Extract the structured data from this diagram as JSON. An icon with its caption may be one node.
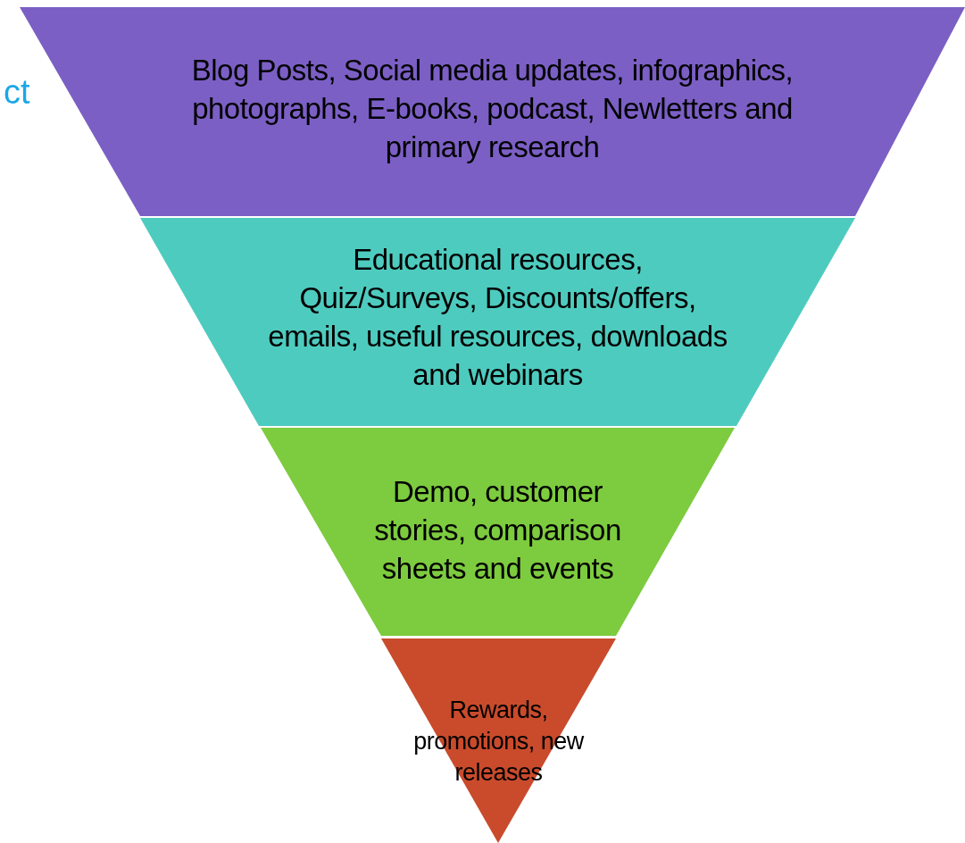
{
  "diagram": {
    "nodes": [
      {
        "text": [
          "Blog Posts, Social media updates, infographics, photographs, E-books, podcast, Newletters and primary research"
        ]
      },
      {
        "text": [
          "Educational resources, Quiz/Surveys, Discounts/offers, emails, useful resources, downloads and webinars"
        ]
      },
      {
        "text": [
          "Demo, customer stories, comparison sheets and events"
        ]
      },
      {
        "text": [
          "Rewards, promotions, new releases"
        ]
      }
    ],
    "labels": [
      "ct"
    ]
  }
}
